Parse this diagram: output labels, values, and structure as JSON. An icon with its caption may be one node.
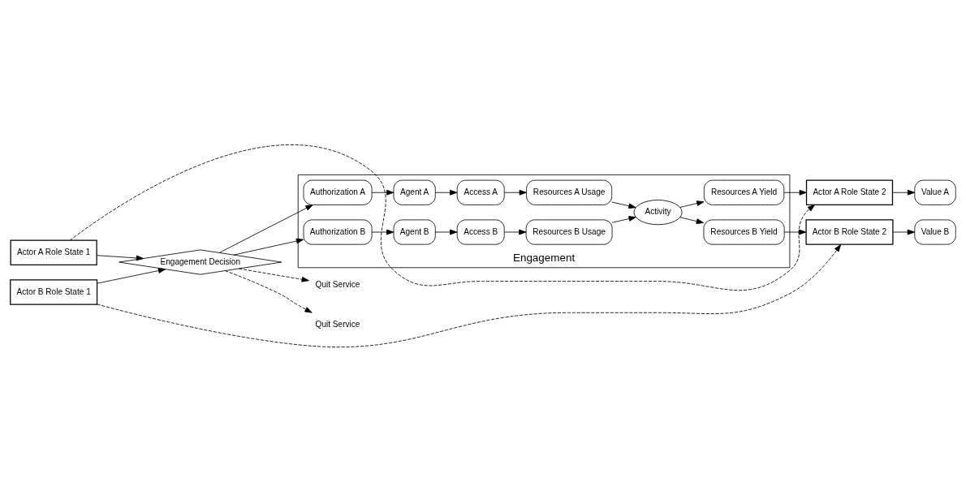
{
  "diagram": {
    "nodes": [
      {
        "text": [
          "Actor A Role State 1"
        ]
      },
      {
        "text": [
          "Actor A Role State 2"
        ]
      },
      {
        "text": [
          "Value A"
        ]
      },
      {
        "text": [
          "Engagement"
        ]
      },
      {
        "text": [
          "Quit Service"
        ]
      },
      {
        "text": [
          "Engagement Decision"
        ]
      },
      {
        "text": [
          "Quit Service"
        ]
      },
      {
        "text": [
          "Authorization A"
        ],
        "in": 3
      },
      {
        "text": [
          "Agent A"
        ],
        "in": 3
      },
      {
        "text": [
          "Access A"
        ],
        "in": 3
      },
      {
        "text": [
          "Resources A Usage"
        ],
        "in": 3
      },
      {
        "text": [
          "Activity"
        ],
        "in": 3
      },
      {
        "text": [
          "Resources A Yield"
        ],
        "in": 3
      },
      {
        "text": [
          "Resources B Usage"
        ],
        "in": 3
      },
      {
        "text": [
          "Access B"
        ],
        "in": 3
      },
      {
        "text": [
          "Authorization B"
        ],
        "in": 3
      },
      {
        "text": [
          "Agent B"
        ],
        "in": 3
      },
      {
        "text": [
          "Resources B Yield"
        ],
        "in": 3
      },
      {
        "text": [
          "Actor B Role State 1"
        ]
      },
      {
        "text": [
          "Actor B Role State 2"
        ]
      },
      {
        "text": [
          "Value B"
        ]
      }
    ],
    "edges": [
      {
        "from": 0,
        "to": 1,
        "arrow": "to",
        "style": "dashed"
      },
      {
        "from": 1,
        "to": 2,
        "arrow": "to"
      },
      {
        "from": 0,
        "to": 5,
        "arrow": "to"
      },
      {
        "from": 18,
        "to": 5,
        "arrow": "to"
      },
      {
        "from": 5,
        "to": 4,
        "arrow": "to",
        "style": "dashed"
      },
      {
        "from": 5,
        "to": 6,
        "arrow": "to",
        "style": "dashed"
      },
      {
        "from": 5,
        "to": 7,
        "arrow": "to"
      },
      {
        "from": 5,
        "to": 15,
        "arrow": "to"
      },
      {
        "from": 7,
        "to": 8,
        "arrow": "to"
      },
      {
        "from": 8,
        "to": 9,
        "arrow": "to"
      },
      {
        "from": 9,
        "to": 10,
        "arrow": "to"
      },
      {
        "from": 10,
        "to": 11,
        "arrow": "to"
      },
      {
        "from": 15,
        "to": 16,
        "arrow": "to"
      },
      {
        "from": 16,
        "to": 14,
        "arrow": "to"
      },
      {
        "from": 14,
        "to": 13,
        "arrow": "to"
      },
      {
        "from": 13,
        "to": 11,
        "arrow": "to"
      },
      {
        "from": 11,
        "to": 12,
        "arrow": "to"
      },
      {
        "from": 11,
        "to": 17,
        "arrow": "to"
      },
      {
        "from": 12,
        "to": 1,
        "arrow": "to"
      },
      {
        "from": 17,
        "to": 19,
        "arrow": "to"
      },
      {
        "from": 18,
        "to": 19,
        "arrow": "to",
        "style": "dashed"
      },
      {
        "from": 19,
        "to": 20,
        "arrow": "to"
      }
    ]
  }
}
